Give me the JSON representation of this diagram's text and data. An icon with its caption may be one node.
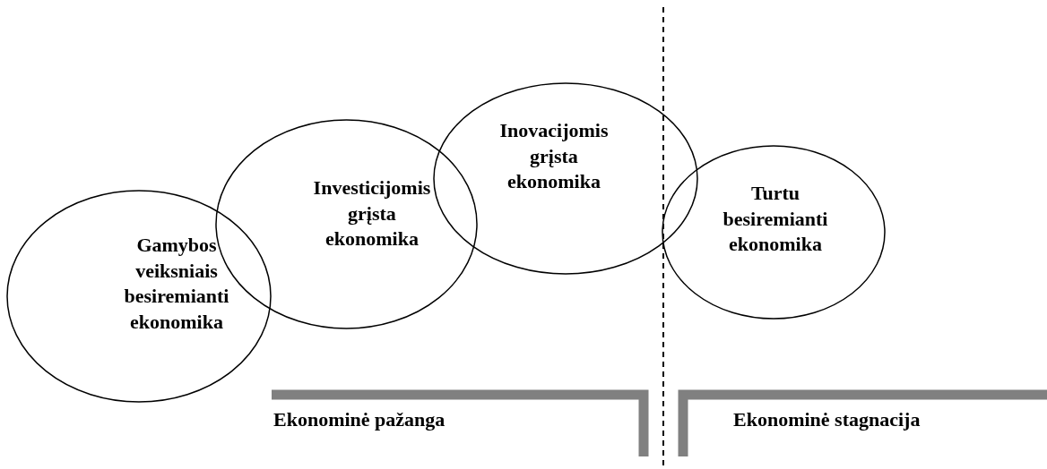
{
  "diagram": {
    "nodes": [
      {
        "text": [
          "Gamybos veiksniais besiremianti ekonomika"
        ]
      },
      {
        "text": [
          "Investicijomis grįsta ekonomika"
        ]
      },
      {
        "text": [
          "Inovacijomis grįsta ekonomika"
        ]
      },
      {
        "text": [
          "Turtu besiremianti ekonomika"
        ]
      }
    ],
    "labels": [
      "Ekonominė pažanga",
      "Ekonominė stagnacija"
    ]
  }
}
